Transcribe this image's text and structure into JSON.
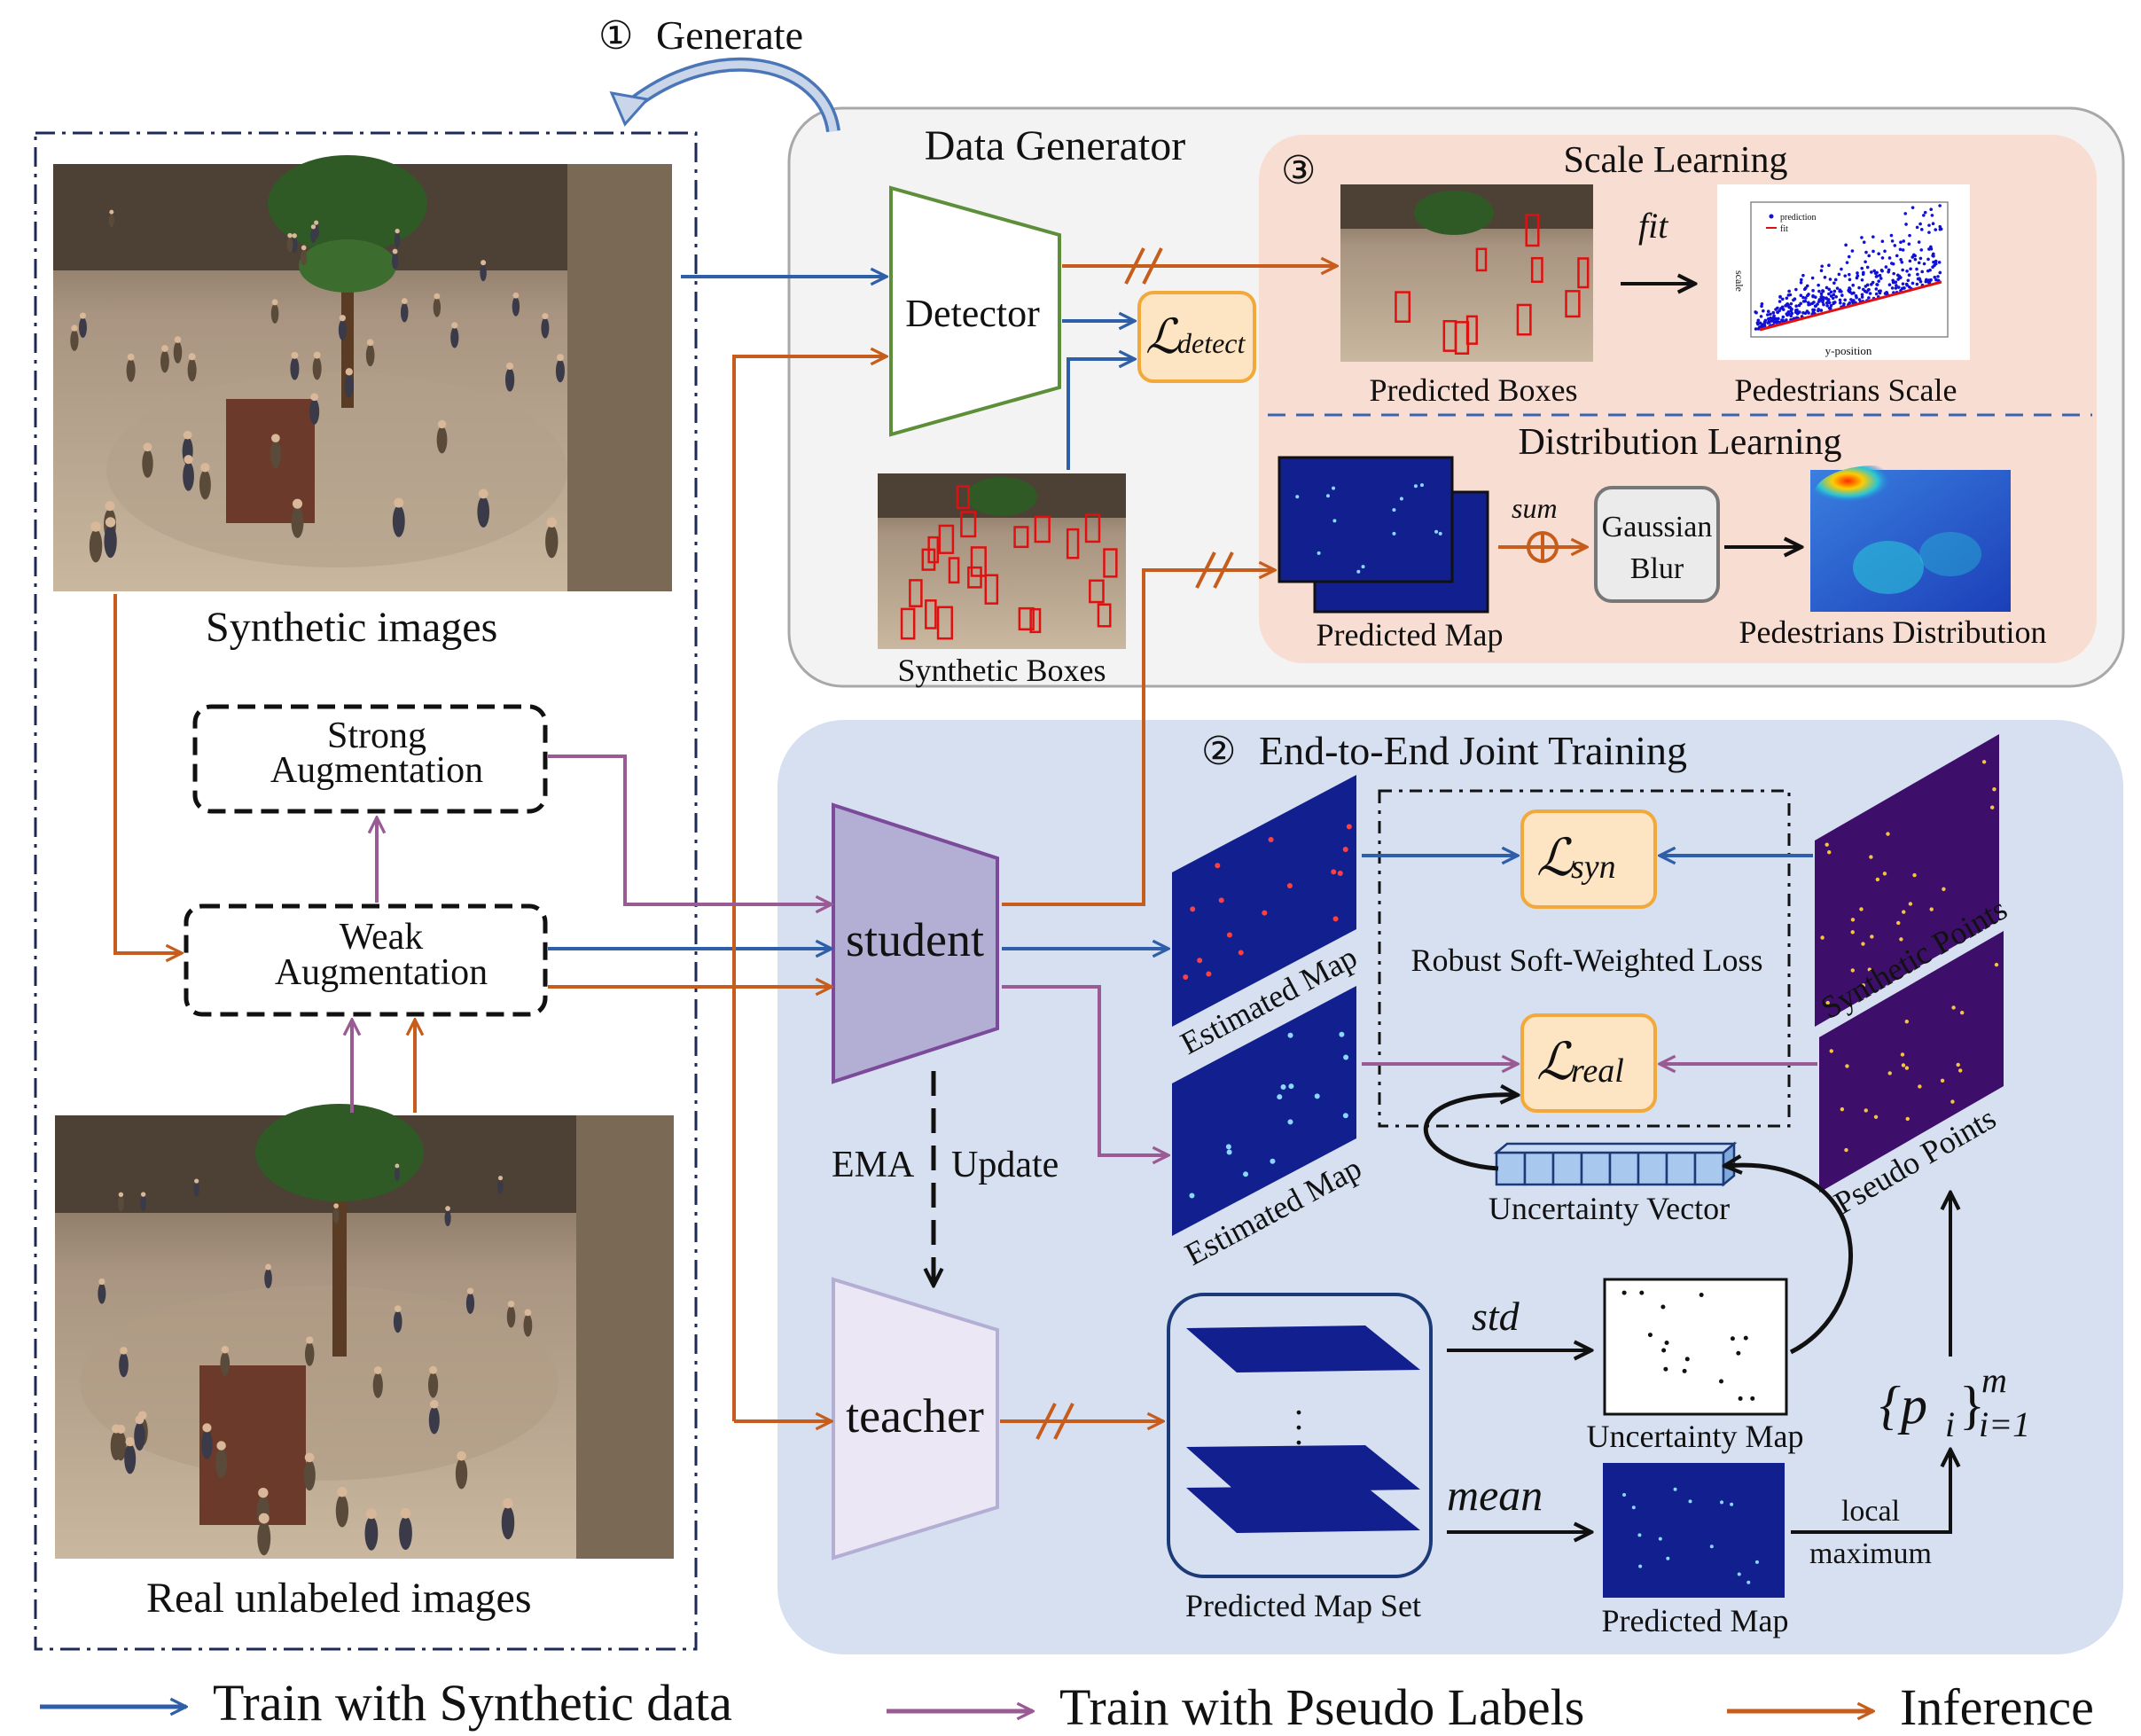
{
  "title": {
    "generate": "Generate",
    "step1_marker": "①",
    "step2_marker": "②",
    "step3_marker": "③"
  },
  "left_panel": {
    "synthetic_caption": "Synthetic images",
    "real_caption": "Real unlabeled images",
    "strong_aug": [
      "Strong",
      "Augmentation"
    ],
    "weak_aug": [
      "Weak",
      "Augmentation"
    ]
  },
  "data_generator": {
    "title": "Data Generator",
    "detector": "Detector",
    "loss_detect": "detect",
    "synthetic_boxes": "Synthetic Boxes",
    "scale_learning": {
      "title": "Scale Learning",
      "fit": "fit",
      "predicted_boxes": "Predicted Boxes",
      "pedestrians_scale": "Pedestrians Scale",
      "plot_ylabel": "scale",
      "plot_xlabel": "y-position",
      "plot_legend": [
        "prediction",
        "fit"
      ]
    },
    "distribution_learning": {
      "title": "Distribution Learning",
      "sum": "sum",
      "gaussian_blur": [
        "Gaussian",
        "Blur"
      ],
      "predicted_map": "Predicted Map",
      "pedestrians_distribution": "Pedestrians Distribution"
    }
  },
  "joint_training": {
    "title": "End-to-End Joint Training",
    "student": "student",
    "teacher": "teacher",
    "ema_update": [
      "EMA",
      "Update"
    ],
    "estimated_map": "Estimated Map",
    "loss_syn": "syn",
    "loss_real": "real",
    "robust_loss": "Robust Soft-Weighted Loss",
    "synthetic_points": "Synthetic  Points",
    "pseudo_points": "Pseudo Points",
    "uncertainty_vector": "Uncertainty Vector",
    "std": "std",
    "mean": "mean",
    "uncertainty_map": "Uncertainty Map",
    "predicted_map_set": "Predicted Map Set",
    "predicted_map": "Predicted Map",
    "local_maximum": [
      "local",
      "maximum"
    ],
    "points_set": "{p",
    "points_sub": "i",
    "points_close": "}",
    "points_sup": "m",
    "points_sub2": "i=1"
  },
  "legend": {
    "synthetic": "Train with Synthetic data",
    "pseudo": "Train with Pseudo Labels",
    "inference": "Inference"
  },
  "colors": {
    "blue": "#2f5fa8",
    "orange": "#c65d1c",
    "purple": "#9a5a93",
    "black": "#111111",
    "generator_bg": "#f3f3f3",
    "scale_bg": "#f8ddd2",
    "training_bg": "#d6e0f0",
    "loss_fill": "#fde4c2",
    "loss_stroke": "#f2a93b",
    "detector_stroke": "#5d8e3a",
    "student_fill": "#b3aed3",
    "student_stroke": "#7b4a9a",
    "teacher_fill": "#ebe7f5",
    "map_blue": "#12208f",
    "map_purple": "#3d0f6a"
  }
}
